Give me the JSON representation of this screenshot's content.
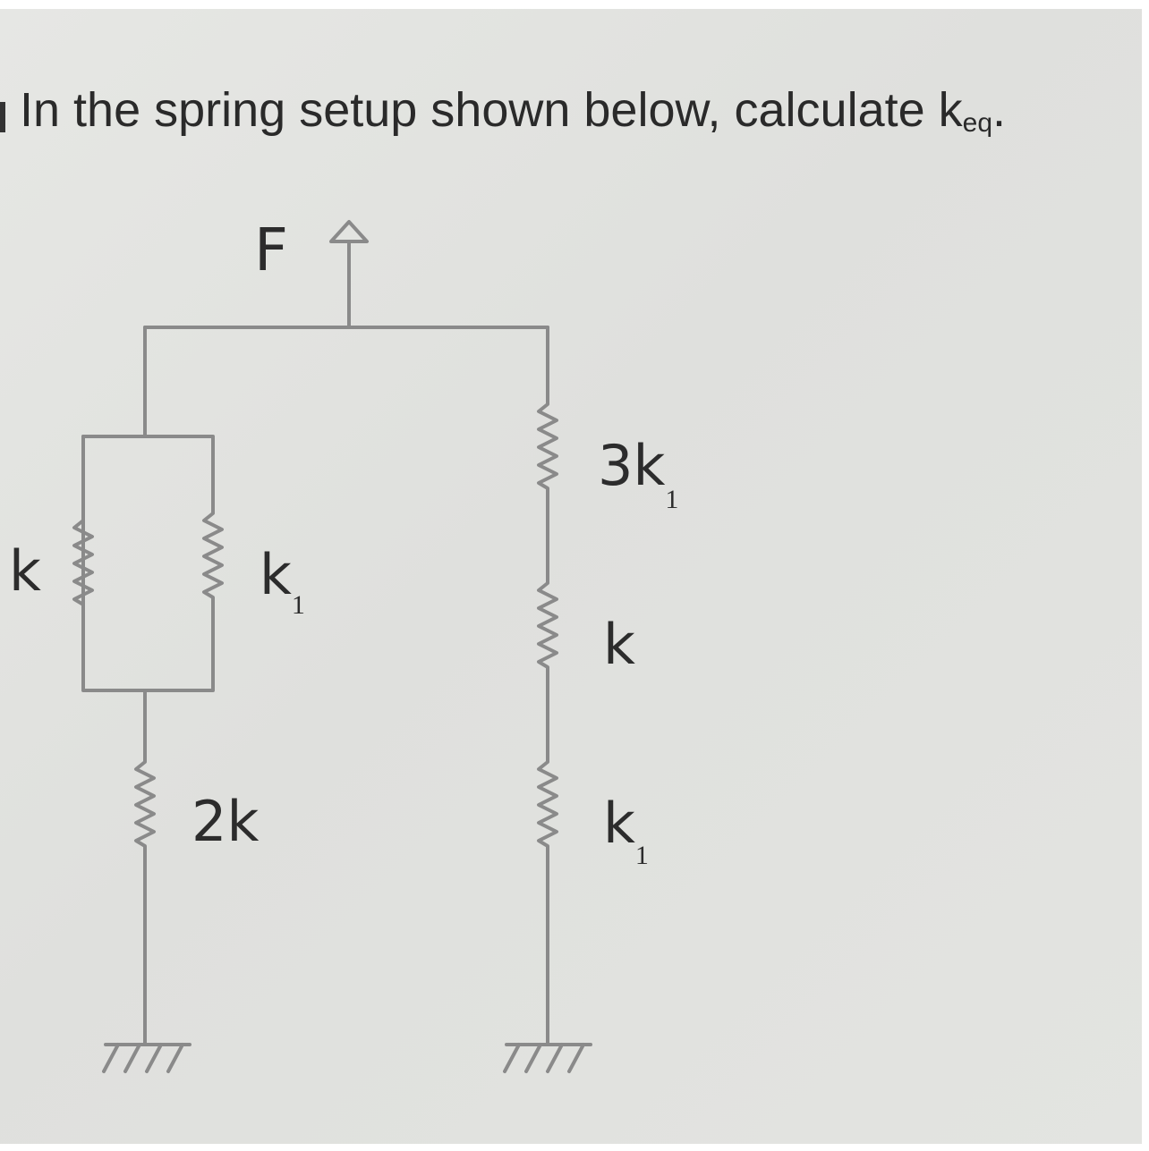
{
  "question": {
    "prefix": "In the spring setup shown below, calculate k",
    "subscript": "eq",
    "suffix": "."
  },
  "diagram": {
    "force_label": "F",
    "labels": {
      "left_parallel_left": {
        "main": "k",
        "sub": ""
      },
      "left_parallel_right": {
        "main": "k",
        "sub": "1"
      },
      "left_series_lower": {
        "main": "2k",
        "sub": ""
      },
      "right_top": {
        "main": "3k",
        "sub": "1"
      },
      "right_middle": {
        "main": "k",
        "sub": ""
      },
      "right_bottom": {
        "main": "k",
        "sub": "1"
      }
    }
  }
}
